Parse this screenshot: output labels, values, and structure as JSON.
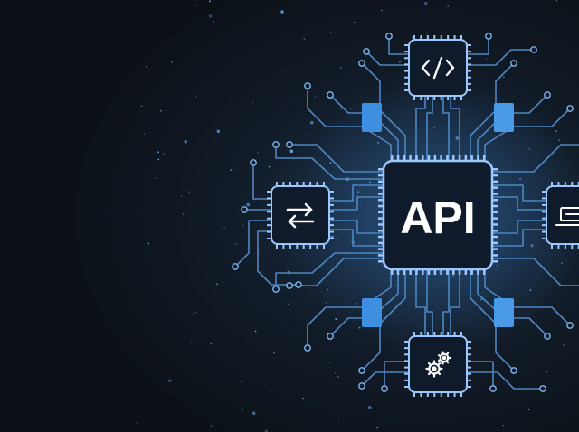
{
  "center_chip": {
    "label": "API"
  },
  "satellite_chips": [
    {
      "position": "top",
      "icon": "code-icon"
    },
    {
      "position": "left",
      "icon": "transfer-arrows-icon"
    },
    {
      "position": "right",
      "icon": "monitor-icon"
    },
    {
      "position": "bottom",
      "icon": "gears-icon"
    }
  ],
  "colors": {
    "background_dark": "#0c1118",
    "background_glow": "#1d3550",
    "circuit_line": "#4f86c0",
    "chip_fill": "#0f1b2b",
    "chip_border": "#9cc8ff",
    "accent_block": "#3f8fe0",
    "text": "#ffffff"
  }
}
